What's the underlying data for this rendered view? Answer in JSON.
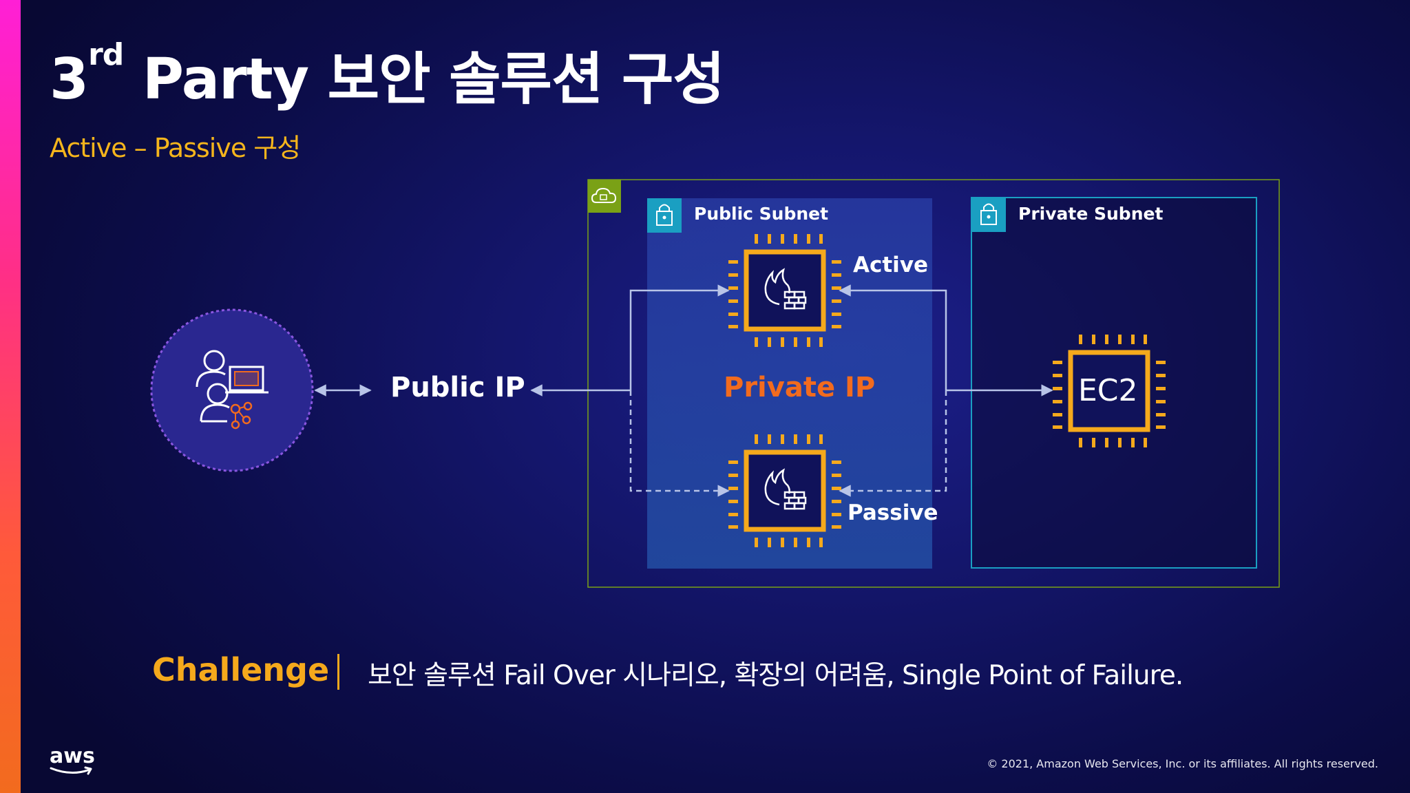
{
  "slide": {
    "title_prefix": "3",
    "title_superscript": "rd",
    "title_rest": " Party 보안 솔루션 구성",
    "subtitle": "Active – Passive 구성"
  },
  "diagram": {
    "public_subnet_label": "Public Subnet",
    "private_subnet_label": "Private Subnet",
    "public_ip_label": "Public IP",
    "private_ip_label": "Private IP",
    "active_label": "Active",
    "passive_label": "Passive",
    "ec2_label": "EC2"
  },
  "challenge": {
    "title": "Challenge",
    "text": "보안 솔루션 Fail Over 시나리오, 확장의 어려움, Single Point of Failure."
  },
  "footer": {
    "aws_logo_text": "aws",
    "copyright": "© 2021, Amazon Web Services, Inc. or its affiliates. All rights reserved."
  },
  "colors": {
    "accent_orange": "#f5a91c",
    "private_ip_orange": "#f26b1e",
    "vpc_green": "#7aa116",
    "subnet_teal": "#1a9fc2",
    "line_color": "#b8c4e8"
  }
}
